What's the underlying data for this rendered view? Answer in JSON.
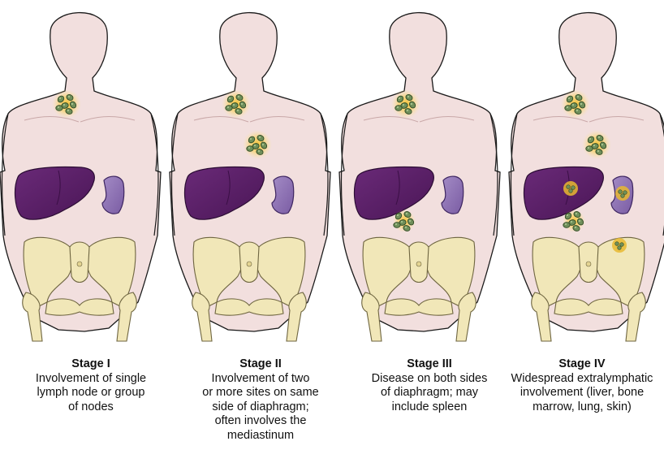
{
  "colors": {
    "skin": "#f2dfde",
    "skin_outline": "#1a1a1a",
    "liver": "#5b1f66",
    "spleen": "#8e71b2",
    "bone": "#f1e7b8",
    "node": "#6f8f5a",
    "node_glow": "#f3c63c",
    "background": "#ffffff"
  },
  "stages": [
    {
      "title": "Stage I",
      "description": "Involvement of single\nlymph node or group\nof nodes",
      "sites": [
        "neck"
      ],
      "spleen_involved": false
    },
    {
      "title": "Stage II",
      "description": "Involvement of two\nor more sites on same\nside of diaphragm;\noften involves the\nmediastinum",
      "sites": [
        "neck",
        "mediastinum"
      ],
      "spleen_involved": false
    },
    {
      "title": "Stage III",
      "description": "Disease on both sides\nof diaphragm; may\ninclude spleen",
      "sites": [
        "neck",
        "abdomen"
      ],
      "spleen_involved": false
    },
    {
      "title": "Stage IV",
      "description": "Widespread extralymphatic\ninvolvement (liver, bone\nmarrow, lung, skin)",
      "sites": [
        "neck",
        "mediastinum",
        "abdomen",
        "liver",
        "spleen",
        "pelvis"
      ],
      "spleen_involved": true
    }
  ]
}
